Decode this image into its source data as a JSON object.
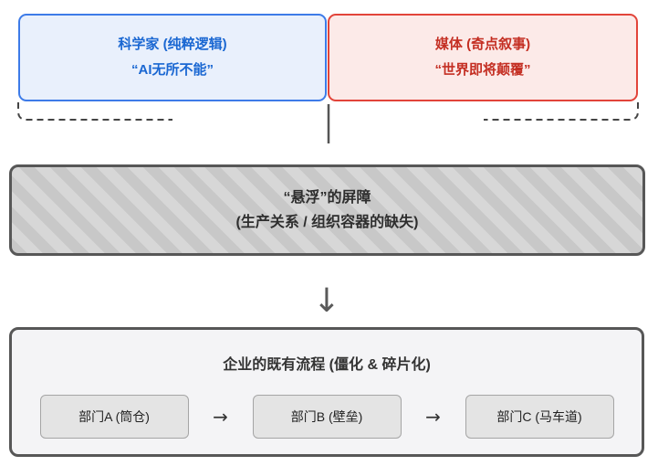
{
  "top": {
    "scientist_box": {
      "line1": "科学家 (纯粹逻辑)",
      "line2": "“AI无所不能”",
      "accent_color": "#3d7be8",
      "text_color": "#1a67d2",
      "bg_color": "#e9f0fc"
    },
    "media_box": {
      "line1": "媒体 (奇点叙事)",
      "line2": "“世界即将颠覆”",
      "accent_color": "#e2443a",
      "text_color": "#c42f23",
      "bg_color": "#fceae8"
    }
  },
  "barrier_box": {
    "line1": "“悬浮”的屏障",
    "line2": "(生产关系 / 组织容器的缺失)",
    "stripe_dark": "#c8c8c8",
    "stripe_light": "#d7d7d7",
    "border_color": "#575757"
  },
  "down_arrow_glyph": "↓",
  "process_box": {
    "title": "企业的既有流程 (僵化 & 碎片化)",
    "departments": [
      "部门A (筒仓)",
      "部门B (壁垒)",
      "部门C (马车道)"
    ],
    "flow_arrow_glyph": "→",
    "bg_color": "#f4f4f6",
    "border_color": "#575757"
  }
}
